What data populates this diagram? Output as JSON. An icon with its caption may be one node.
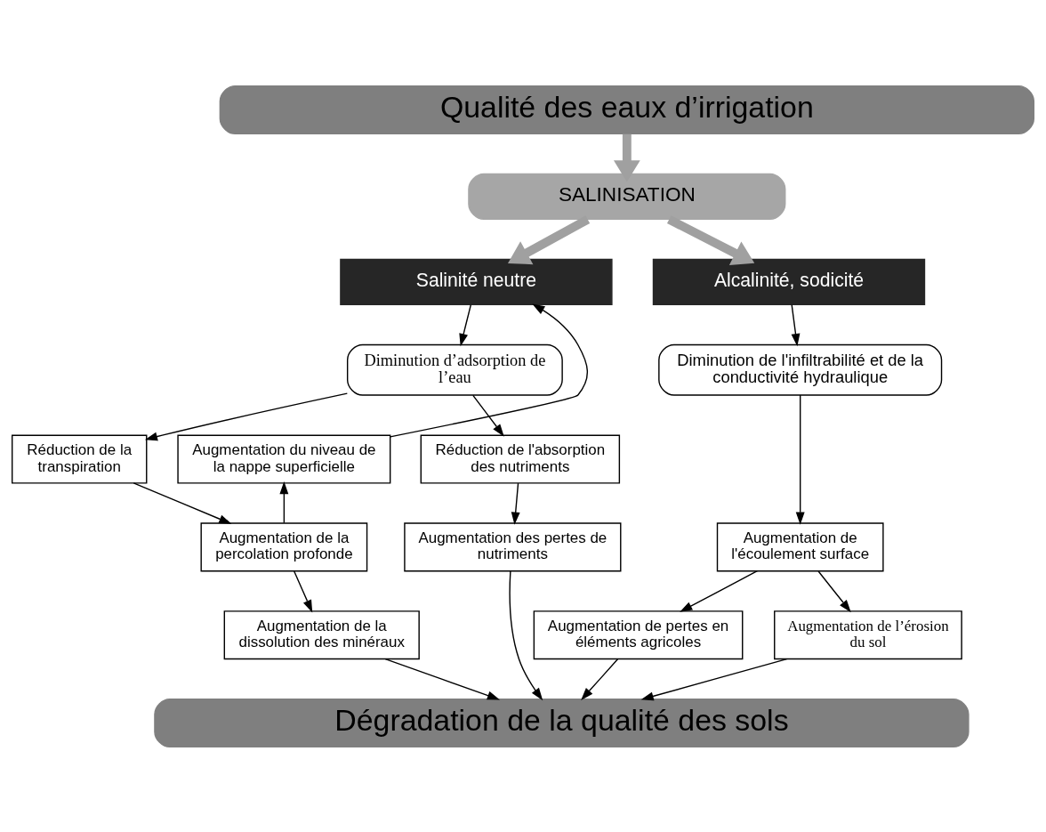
{
  "diagram": {
    "nodes": [
      {
        "text": [
          "Qualité des eaux d’irrigation"
        ]
      },
      {
        "text": [
          "SALINISATION"
        ]
      },
      {
        "text": [
          "Salinité neutre"
        ]
      },
      {
        "text": [
          "Alcalinité, sodicité"
        ]
      },
      {
        "text": [
          "Diminution d’adsorption de l’eau"
        ]
      },
      {
        "text": [
          "Diminution de l'infiltrabilité et de la conductivité hydraulique"
        ]
      },
      {
        "text": [
          "Augmentation du niveau de la nappe superficielle"
        ]
      },
      {
        "text": [
          "Réduction de la transpiration"
        ]
      },
      {
        "text": [
          "Réduction de l'absorption des nutriments"
        ]
      },
      {
        "text": [
          "Augmentation de l'écoulement surface"
        ]
      },
      {
        "text": [
          "Augmentation de la percolation profonde"
        ]
      },
      {
        "text": [
          "Augmentation des pertes de nutriments"
        ]
      },
      {
        "text": [
          "Augmentation de pertes en éléments agricoles"
        ]
      },
      {
        "text": [
          "Augmentation de l’érosion du sol"
        ]
      },
      {
        "text": [
          "Augmentation de la dissolution des minéraux"
        ]
      },
      {
        "text": [
          "Dégradation de la qualité des sols"
        ]
      }
    ],
    "edges": [
      {
        "from": 0,
        "to": 1,
        "arrow": "to",
        "style": "thick",
        "color": "#a0a0a0"
      },
      {
        "from": 1,
        "to": 2,
        "arrow": "to",
        "style": "thick",
        "color": "#a0a0a0"
      },
      {
        "from": 1,
        "to": 3,
        "arrow": "to",
        "style": "thick",
        "color": "#a0a0a0"
      },
      {
        "from": 2,
        "to": 4,
        "arrow": "to"
      },
      {
        "from": 3,
        "to": 5,
        "arrow": "to"
      },
      {
        "from": 4,
        "to": 7,
        "arrow": "to"
      },
      {
        "from": 4,
        "to": 8,
        "arrow": "to"
      },
      {
        "from": 5,
        "to": 9,
        "arrow": "to"
      },
      {
        "from": 7,
        "to": 10,
        "arrow": "to"
      },
      {
        "from": 10,
        "to": 6,
        "arrow": "to"
      },
      {
        "from": 6,
        "to": 2,
        "arrow": "to"
      },
      {
        "from": 10,
        "to": 14,
        "arrow": "to"
      },
      {
        "from": 8,
        "to": 11,
        "arrow": "to"
      },
      {
        "from": 9,
        "to": 12,
        "arrow": "to"
      },
      {
        "from": 9,
        "to": 13,
        "arrow": "to"
      },
      {
        "from": 14,
        "to": 15,
        "arrow": "to"
      },
      {
        "from": 11,
        "to": 15,
        "arrow": "to"
      },
      {
        "from": 12,
        "to": 15,
        "arrow": "to"
      },
      {
        "from": 13,
        "to": 15,
        "arrow": "to"
      }
    ]
  }
}
